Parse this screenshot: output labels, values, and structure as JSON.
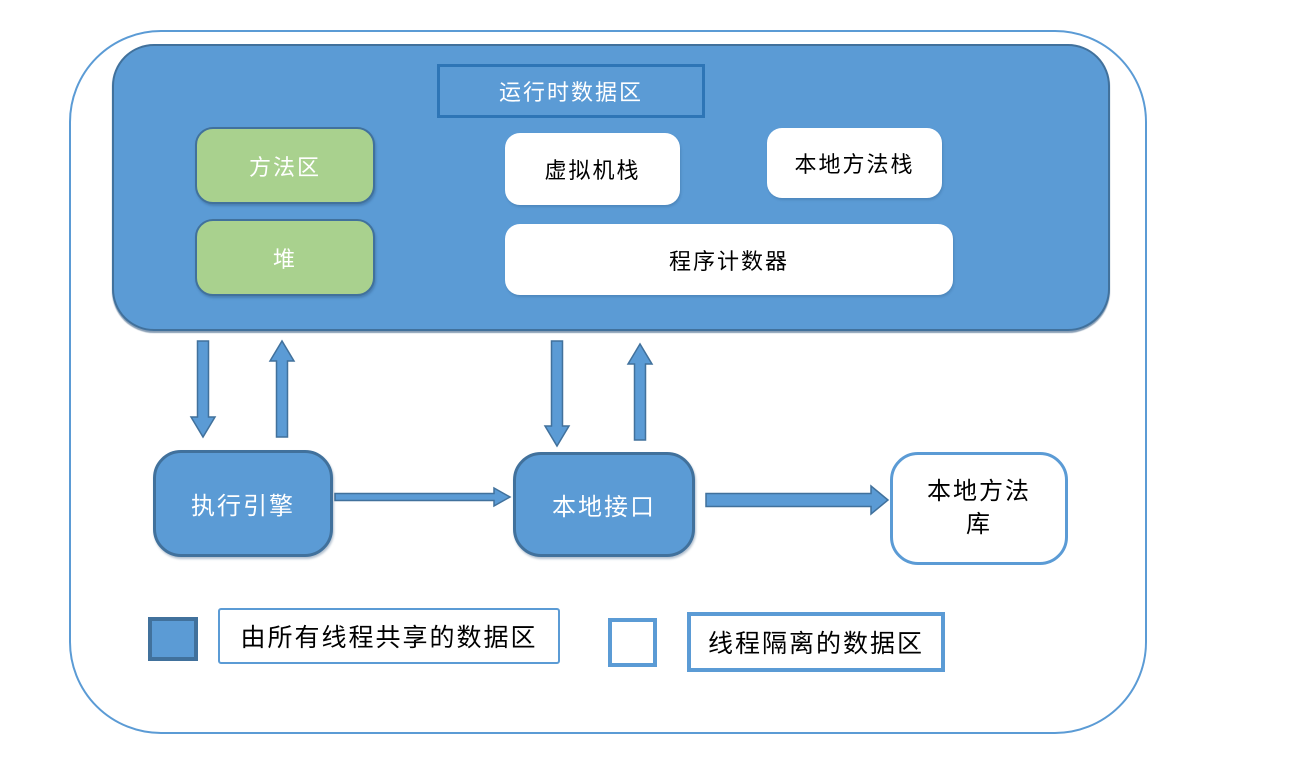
{
  "colors": {
    "primary_blue": "#5B9BD5",
    "dark_blue_border": "#41719C",
    "title_border_blue": "#2E75B6",
    "green": "#A9D18E",
    "white": "#FFFFFF",
    "text_black": "#000000"
  },
  "runtime_area": {
    "title": "运行时数据区",
    "shared_boxes": [
      {
        "label": "方法区"
      },
      {
        "label": "堆"
      }
    ],
    "isolated_boxes": [
      {
        "label": "虚拟机栈"
      },
      {
        "label": "本地方法栈"
      },
      {
        "label": "程序计数器"
      }
    ]
  },
  "components": {
    "execution_engine": "执行引擎",
    "native_interface": "本地接口",
    "native_library": "本地方法库",
    "native_library_line1": "本地方法",
    "native_library_line2": "库"
  },
  "legend": {
    "shared": "由所有线程共享的数据区",
    "isolated": "线程隔离的数据区"
  }
}
